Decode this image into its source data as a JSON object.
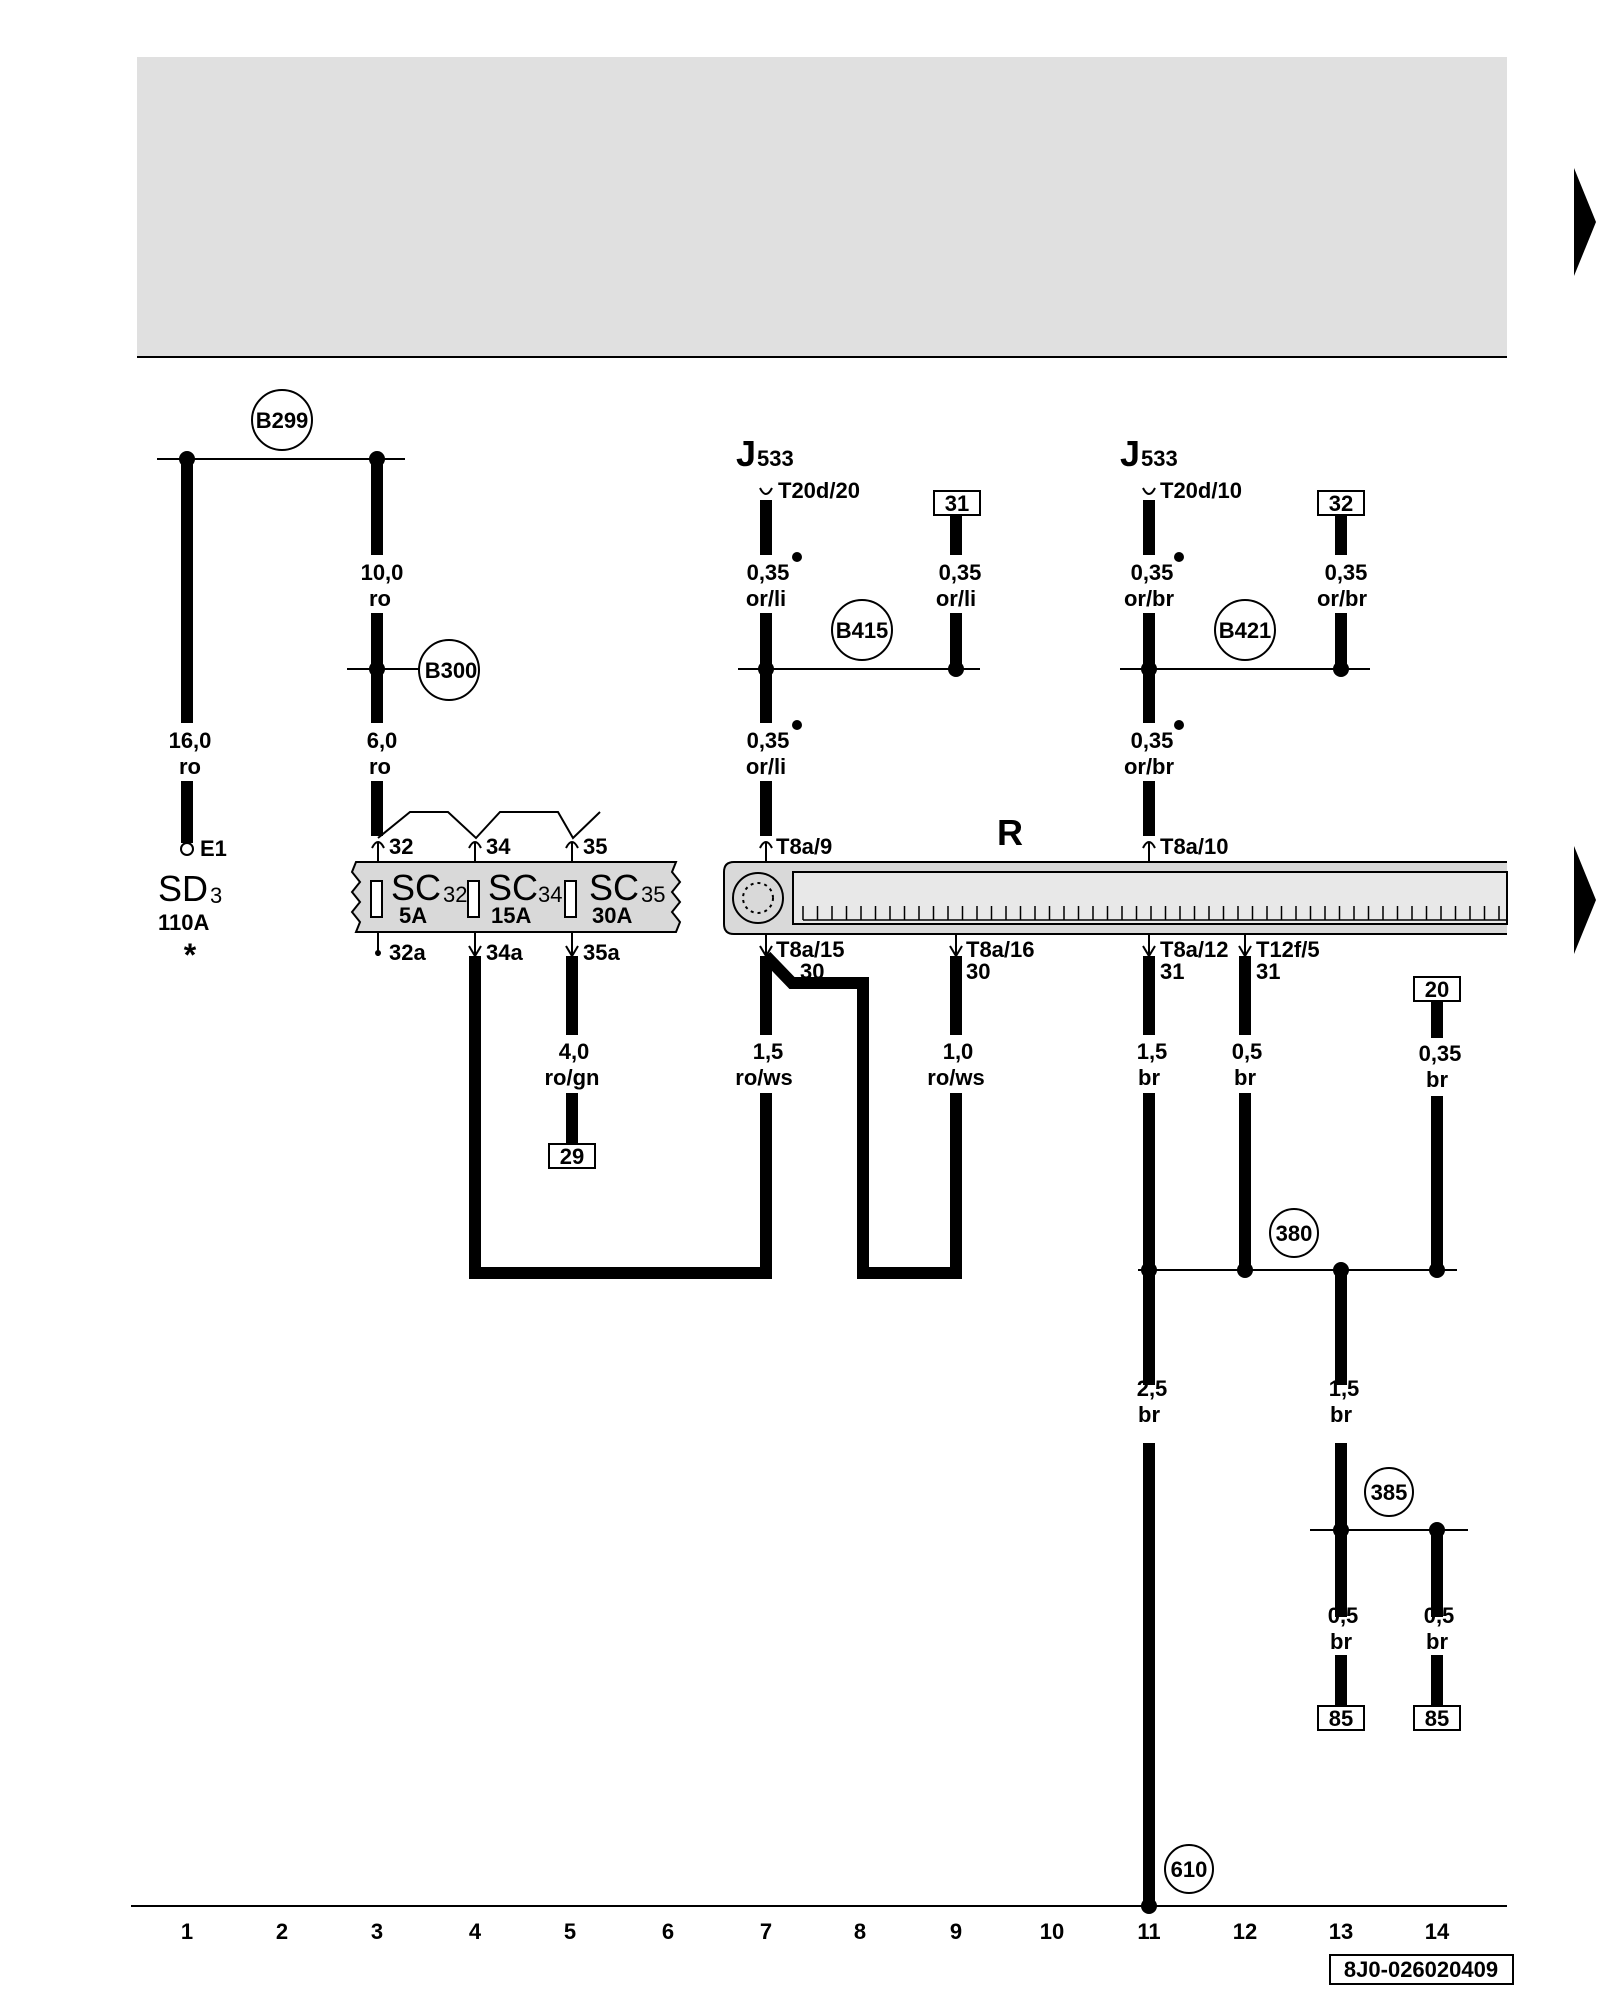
{
  "diagram": {
    "code": "8J0-026020409",
    "columns": [
      "1",
      "2",
      "3",
      "4",
      "5",
      "6",
      "7",
      "8",
      "9",
      "10",
      "11",
      "12",
      "13",
      "14"
    ],
    "sd": {
      "name": "SD",
      "sub": "3",
      "rating": "110A",
      "star": "*",
      "terminal": "E1"
    },
    "fuses": [
      {
        "name": "SC",
        "sub": "32",
        "rating": "5A",
        "in": "32",
        "out": "32a"
      },
      {
        "name": "SC",
        "sub": "34",
        "rating": "15A",
        "in": "34",
        "out": "34a"
      },
      {
        "name": "SC",
        "sub": "35",
        "rating": "30A",
        "in": "35",
        "out": "35a"
      }
    ],
    "radio": {
      "label": "R"
    },
    "j533_left": {
      "name": "J",
      "sub": "533",
      "pin": "T20d/20"
    },
    "j533_right": {
      "name": "J",
      "sub": "533",
      "pin": "T20d/10"
    },
    "nodes": {
      "b299": "B299",
      "b300": "B300",
      "b415": "B415",
      "b421": "B421",
      "n380": "380",
      "n385": "385",
      "n610": "610"
    },
    "refs": {
      "r31": "31",
      "r32": "32",
      "r20": "20",
      "r29": "29",
      "r85a": "85",
      "r85b": "85"
    },
    "pins": {
      "t8a9": "T8a/9",
      "t8a10": "T8a/10",
      "t8a15": "T8a/15",
      "t8a15_term": "30",
      "t8a16": "T8a/16",
      "t8a16_term": "30",
      "t8a12": "T8a/12",
      "t8a12_term": "31",
      "t12f5": "T12f/5",
      "t12f5_term": "31"
    },
    "wires": {
      "w1": {
        "size": "16,0",
        "color": "ro"
      },
      "w3a": {
        "size": "10,0",
        "color": "ro"
      },
      "w3b": {
        "size": "6,0",
        "color": "ro"
      },
      "w5": {
        "size": "4,0",
        "color": "ro/gn"
      },
      "w7a": {
        "size": "0,35",
        "color": "or/li"
      },
      "w7b": {
        "size": "0,35",
        "color": "or/li"
      },
      "w9top": {
        "size": "0,35",
        "color": "or/li"
      },
      "w7c": {
        "size": "1,5",
        "color": "ro/ws"
      },
      "w9": {
        "size": "1,0",
        "color": "ro/ws"
      },
      "w11a": {
        "size": "0,35",
        "color": "or/br"
      },
      "w11b": {
        "size": "0,35",
        "color": "or/br"
      },
      "w13top": {
        "size": "0,35",
        "color": "or/br"
      },
      "w11c": {
        "size": "1,5",
        "color": "br"
      },
      "w12": {
        "size": "0,5",
        "color": "br"
      },
      "w14a": {
        "size": "0,35",
        "color": "br"
      },
      "w11d": {
        "size": "2,5",
        "color": "br"
      },
      "w13a": {
        "size": "1,5",
        "color": "br"
      },
      "w13b": {
        "size": "0,5",
        "color": "br"
      },
      "w14b": {
        "size": "0,5",
        "color": "br"
      }
    }
  }
}
